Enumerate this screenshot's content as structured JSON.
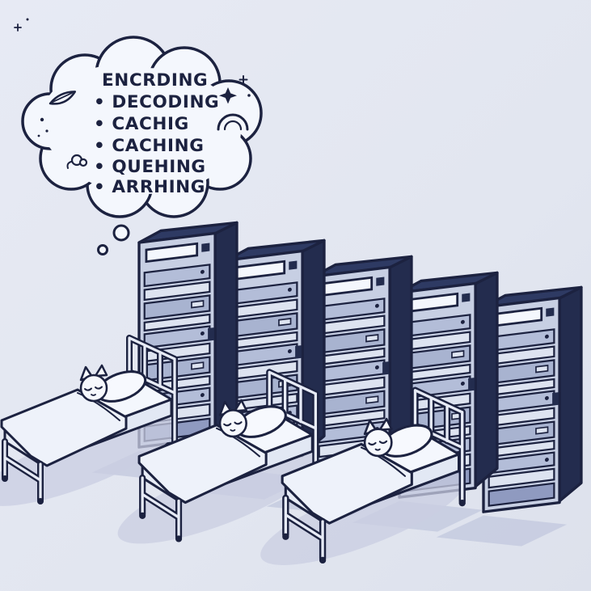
{
  "thought_bubble": {
    "lines": [
      "ENCRDING",
      "• DECODING",
      "• CACHIG",
      "• CACHING",
      "• QUEHING",
      "• ARRHING"
    ]
  },
  "scene": {
    "server_racks": 5,
    "beds": 3,
    "sleeping_cats": 3
  },
  "palette": {
    "background": "#e3e7f1",
    "outline": "#1c2240",
    "server_side": "#232c4e",
    "server_top": "#2e3a63",
    "panel": "#c7cfe3",
    "panel_mid": "#b3bdd8",
    "panel_dark": "#a8b3d0",
    "panel_light": "#dde3f0",
    "white": "#f4f7fd",
    "shadow": "#c6cbe0"
  }
}
